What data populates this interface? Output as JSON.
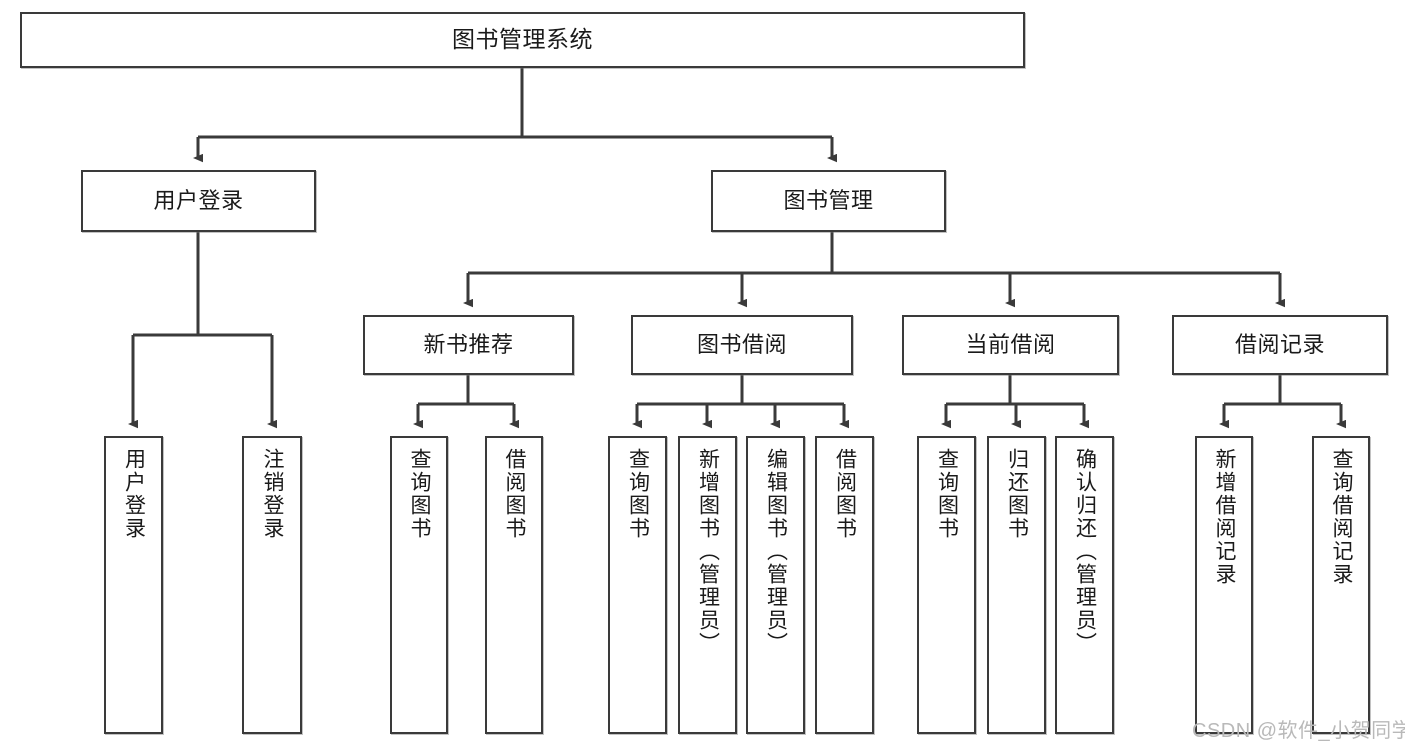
{
  "diagram": {
    "title": "图书管理系统",
    "type": "tree",
    "root": {
      "id": "root",
      "label": "图书管理系统"
    },
    "level1": [
      {
        "id": "user-login",
        "label": "用户登录"
      },
      {
        "id": "book-manage",
        "label": "图书管理"
      }
    ],
    "level2": [
      {
        "id": "new-book-rec",
        "label": "新书推荐",
        "parent": "book-manage"
      },
      {
        "id": "book-borrow",
        "label": "图书借阅",
        "parent": "book-manage"
      },
      {
        "id": "current-borrow",
        "label": "当前借阅",
        "parent": "book-manage"
      },
      {
        "id": "borrow-record",
        "label": "借阅记录",
        "parent": "book-manage"
      }
    ],
    "leaves": [
      {
        "id": "leaf-user-login",
        "label": "用户登录",
        "parent": "user-login"
      },
      {
        "id": "leaf-user-logout",
        "label": "注销登录",
        "parent": "user-login"
      },
      {
        "id": "leaf-rec-query-book",
        "label": "查询图书",
        "parent": "new-book-rec"
      },
      {
        "id": "leaf-rec-borrow-book",
        "label": "借阅图书",
        "parent": "new-book-rec"
      },
      {
        "id": "leaf-borrow-query-book",
        "label": "查询图书",
        "parent": "book-borrow"
      },
      {
        "id": "leaf-borrow-add-book",
        "label": "新增图书（管理员）",
        "parent": "book-borrow"
      },
      {
        "id": "leaf-borrow-edit-book",
        "label": "编辑图书（管理员）",
        "parent": "book-borrow"
      },
      {
        "id": "leaf-borrow-borrow-book",
        "label": "借阅图书",
        "parent": "book-borrow"
      },
      {
        "id": "leaf-cur-query-book",
        "label": "查询图书",
        "parent": "current-borrow"
      },
      {
        "id": "leaf-cur-return-book",
        "label": "归还图书",
        "parent": "current-borrow"
      },
      {
        "id": "leaf-cur-confirm-return",
        "label": "确认归还（管理员）",
        "parent": "current-borrow"
      },
      {
        "id": "leaf-rec-add-record",
        "label": "新增借阅记录",
        "parent": "borrow-record"
      },
      {
        "id": "leaf-rec-query-record",
        "label": "查询借阅记录",
        "parent": "borrow-record"
      }
    ],
    "watermark": "CSDN @软件_小贺同学",
    "colors": {
      "stroke": "#3a3a3a",
      "box_fill": "#ffffff",
      "text": "#1a1a1a",
      "background": "#ffffff",
      "watermark": "#b9b9b9"
    }
  }
}
